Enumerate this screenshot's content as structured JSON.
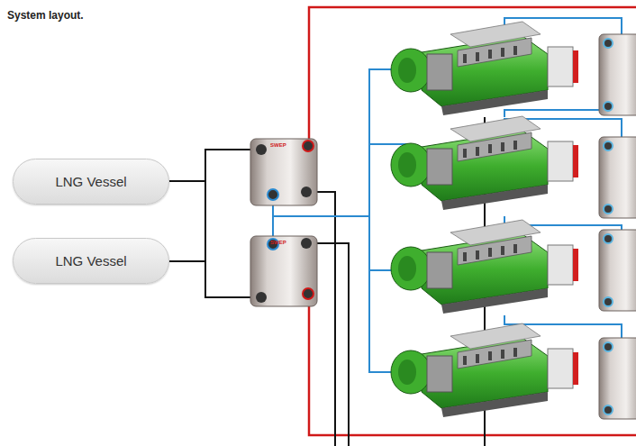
{
  "diagram": {
    "title": "System layout.",
    "nodes": [
      {
        "text": [
          "LNG Vessel"
        ]
      },
      {
        "text": [
          "LNG Vessel"
        ]
      }
    ],
    "labels": [
      "SWEP",
      "SWEP"
    ]
  }
}
